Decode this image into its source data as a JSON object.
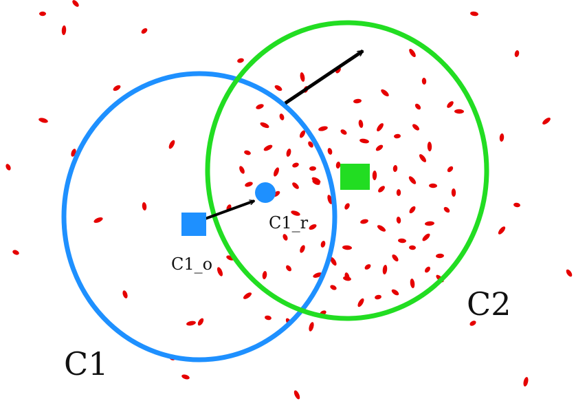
{
  "labels": {
    "cluster1": "C1",
    "cluster2": "C2",
    "c1_original": "C1_o",
    "c1_relocated": "C1_r"
  },
  "colors": {
    "background": "#ffffff",
    "cluster1": "#1e90ff",
    "cluster2": "#22dd22",
    "points": "#e50000",
    "arrow": "#000000",
    "text": "#111111"
  },
  "markers": {
    "c1_original": "square",
    "c1_relocated": "circle",
    "c2_center": "square"
  }
}
